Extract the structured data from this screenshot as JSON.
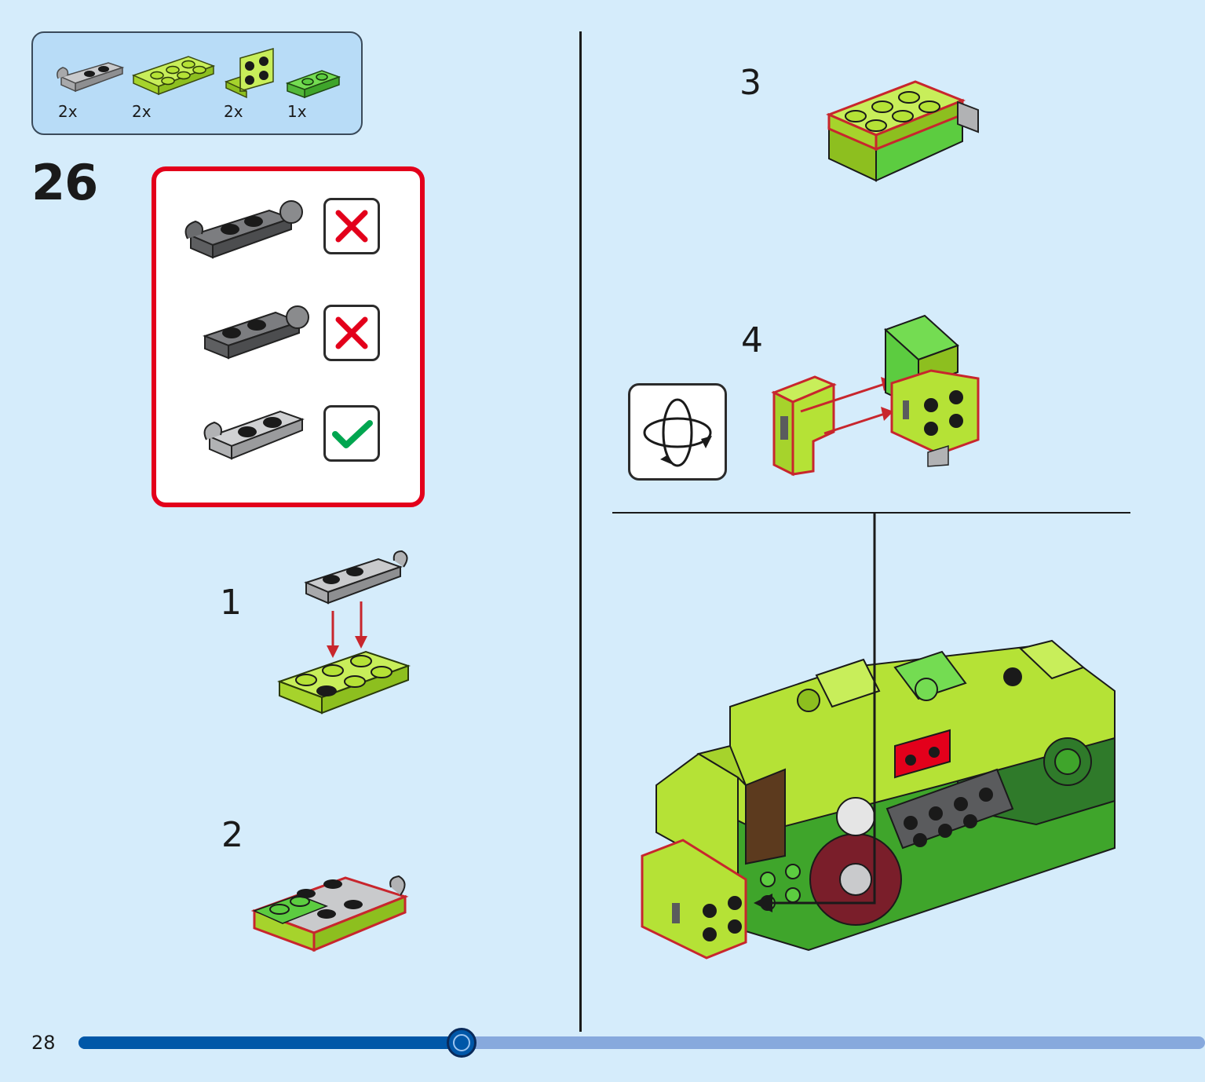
{
  "parts": [
    {
      "name": "plate-with-clip-light-gray",
      "qty": "2x",
      "color": "#a8a9ab"
    },
    {
      "name": "plate-2x3-lime",
      "qty": "2x",
      "color": "#b5e236"
    },
    {
      "name": "bracket-2x2-lime",
      "qty": "2x",
      "color": "#b5e236"
    },
    {
      "name": "plate-1x2-green",
      "qty": "1x",
      "color": "#5ccc40"
    }
  ],
  "main_step": "26",
  "substeps": {
    "s1": "1",
    "s2": "2",
    "s3": "3",
    "s4": "4"
  },
  "callout": {
    "options": [
      {
        "part": "dark-gray-clip-plate-with-ball",
        "status": "wrong"
      },
      {
        "part": "dark-gray-plate-with-ball",
        "status": "wrong"
      },
      {
        "part": "light-gray-plate-with-clip",
        "status": "correct"
      }
    ],
    "border_color": "#e3001b"
  },
  "colors": {
    "background": "#d5ecfb",
    "lime": "#b5e236",
    "green": "#5ccc40",
    "dark_green": "#2f7a2a",
    "light_gray": "#a8a9ab",
    "dark_gray": "#5a5b5d",
    "red": "#e3001b",
    "check_green": "#00a650",
    "progress_fill": "#0057a8",
    "progress_track": "#87a9dd"
  },
  "icons": {
    "rotate": "rotate-model-icon",
    "wrong": "cross-icon",
    "correct": "checkmark-icon"
  },
  "page": {
    "number": "28",
    "progress": 0.34
  }
}
